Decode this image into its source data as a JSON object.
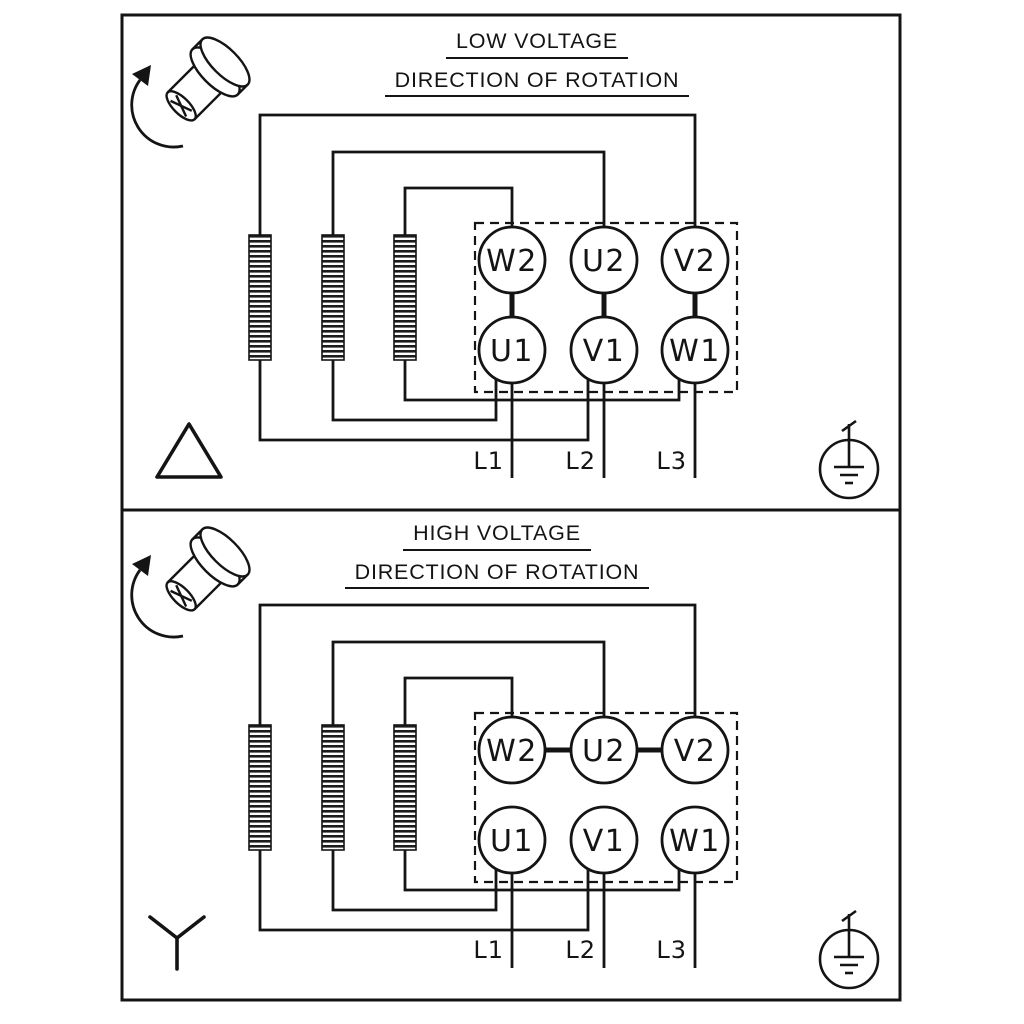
{
  "canvas": {
    "background": "#ffffff",
    "ink": "#141414"
  },
  "panels": {
    "low": {
      "title": "LOW VOLTAGE",
      "subtitle": "DIRECTION OF ROTATION",
      "connection": "delta",
      "terminals": {
        "top": [
          "W2",
          "U2",
          "V2"
        ],
        "bottom": [
          "U1",
          "V1",
          "W1"
        ]
      },
      "leads": [
        "L1",
        "L2",
        "L3"
      ],
      "icons": [
        "motor-shaft-rotation-icon",
        "delta-connection-icon",
        "earth-ground-icon"
      ]
    },
    "high": {
      "title": "HIGH VOLTAGE",
      "subtitle": "DIRECTION OF ROTATION",
      "connection": "star",
      "terminals": {
        "top": [
          "W2",
          "U2",
          "V2"
        ],
        "bottom": [
          "U1",
          "V1",
          "W1"
        ]
      },
      "leads": [
        "L1",
        "L2",
        "L3"
      ],
      "icons": [
        "motor-shaft-rotation-icon",
        "star-connection-icon",
        "earth-ground-icon"
      ]
    }
  }
}
